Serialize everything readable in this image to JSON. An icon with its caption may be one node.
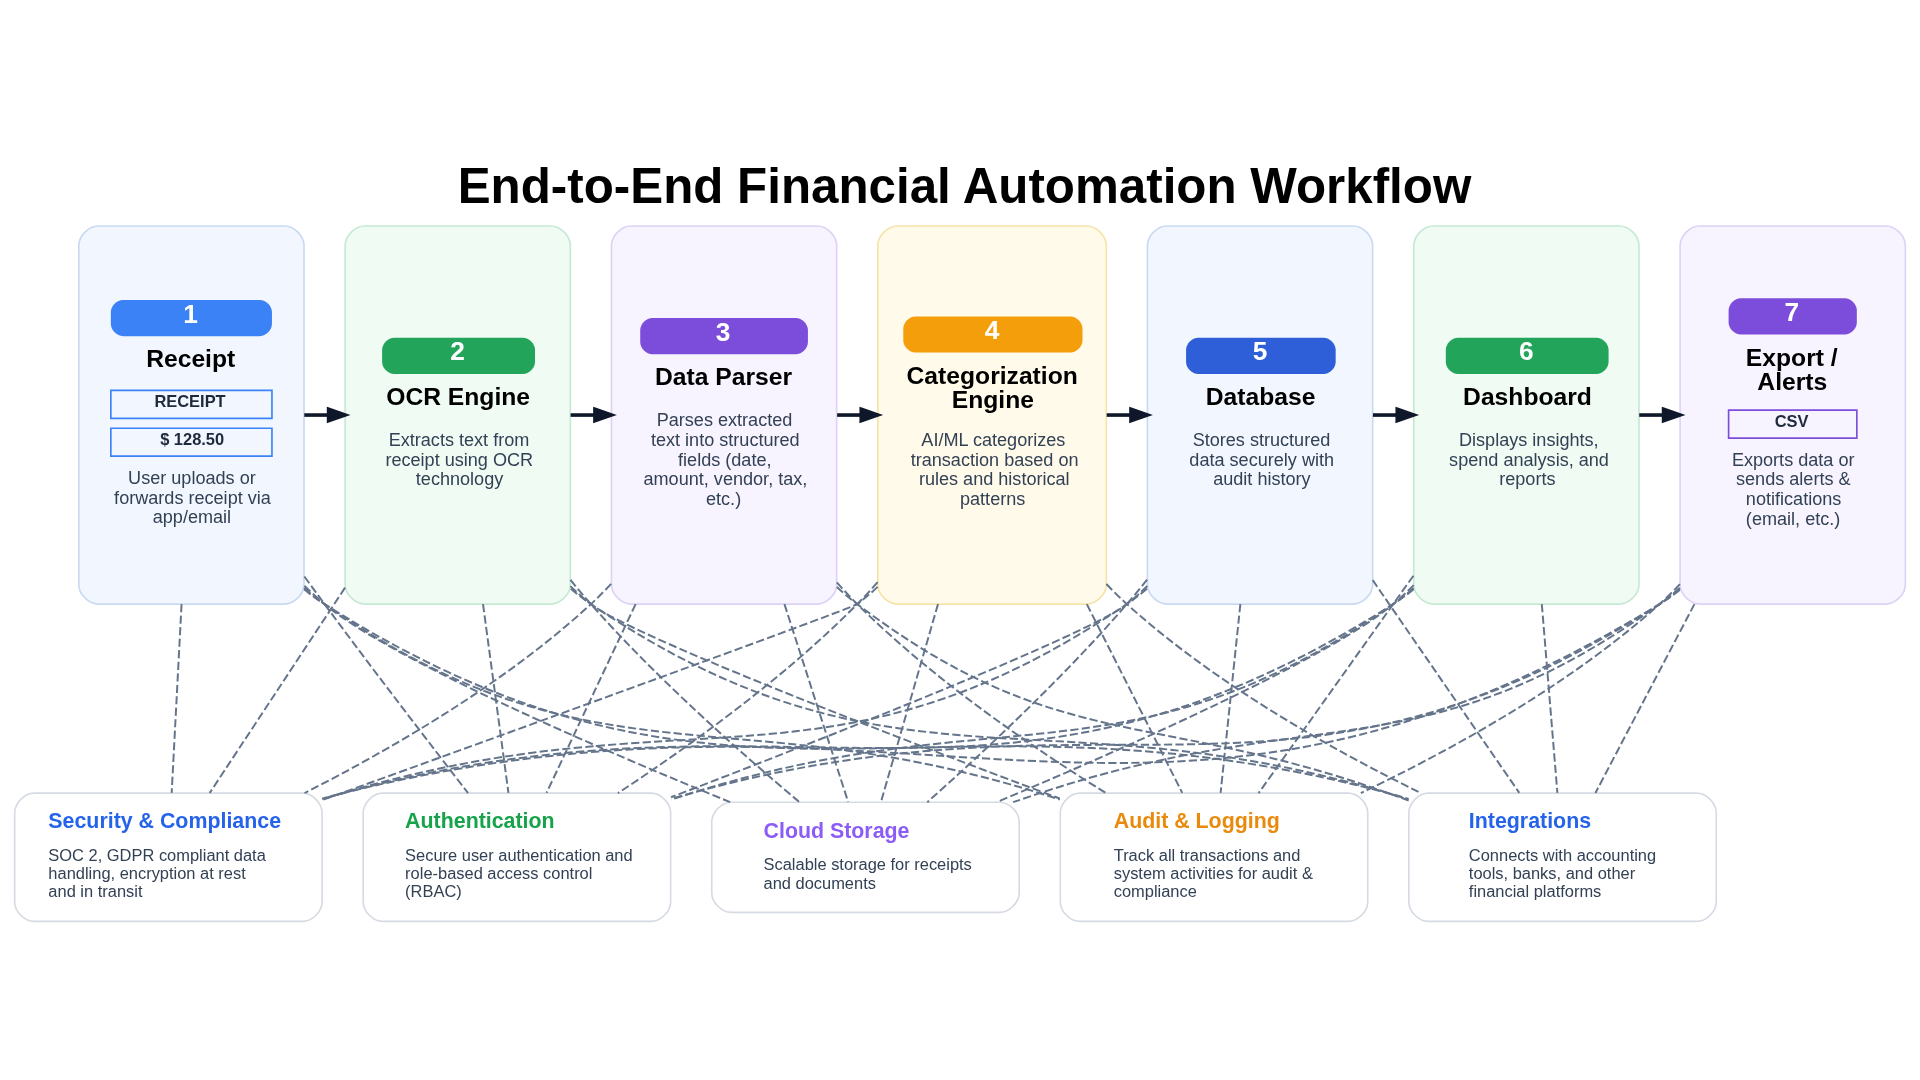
{
  "diagram": {
    "title": "End-to-End Financial Automation Workflow",
    "nodes": [
      {
        "text": [
          "1",
          "Receipt",
          "RECEIPT",
          "$ 128.50",
          "User uploads or forwards receipt via app/email"
        ]
      },
      {
        "text": [
          "2",
          "OCR Engine",
          "Extracts text from receipt using OCR technology"
        ]
      },
      {
        "text": [
          "3",
          "Data Parser",
          "Parses extracted text into structured fields (date, amount, vendor, tax, etc.)"
        ]
      },
      {
        "text": [
          "4",
          "Categorization Engine",
          "AI/ML categorizes transaction based on rules and historical patterns"
        ]
      },
      {
        "text": [
          "5",
          "Database",
          "Stores structured data securely with audit history"
        ]
      },
      {
        "text": [
          "6",
          "Dashboard",
          "Displays insights, spend analysis, and reports"
        ]
      },
      {
        "text": [
          "7",
          "Export / Alerts",
          "CSV",
          "Exports data or sends alerts & notifications (email, etc.)"
        ]
      },
      {
        "text": [
          "Security & Compliance",
          "SOC 2, GDPR compliant data handling, encryption at rest and in transit"
        ]
      },
      {
        "text": [
          "Authentication",
          "Secure user authentication and role-based access control (RBAC)"
        ]
      },
      {
        "text": [
          "Cloud Storage",
          "Scalable storage for receipts and documents"
        ]
      },
      {
        "text": [
          "Audit & Logging",
          "Track all transactions and system activities for audit & compliance"
        ]
      },
      {
        "text": [
          "Integrations",
          "Connects with accounting tools, banks, and other financial platforms"
        ]
      }
    ],
    "edges": [
      {
        "from": 0,
        "to": 1,
        "arrow": "to",
        "color": "#0f172a"
      },
      {
        "from": 1,
        "to": 2,
        "arrow": "to",
        "color": "#0f172a"
      },
      {
        "from": 2,
        "to": 3,
        "arrow": "to",
        "color": "#0f172a"
      },
      {
        "from": 3,
        "to": 4,
        "arrow": "to",
        "color": "#0f172a"
      },
      {
        "from": 4,
        "to": 5,
        "arrow": "to",
        "color": "#0f172a"
      },
      {
        "from": 5,
        "to": 6,
        "arrow": "to",
        "color": "#0f172a"
      },
      {
        "from": 0,
        "to": 7,
        "arrow": "none",
        "style": "dashed"
      },
      {
        "from": 0,
        "to": 8,
        "arrow": "none",
        "style": "dashed"
      },
      {
        "from": 0,
        "to": 9,
        "arrow": "none",
        "style": "dashed"
      },
      {
        "from": 0,
        "to": 10,
        "arrow": "none",
        "style": "dashed"
      },
      {
        "from": 0,
        "to": 11,
        "arrow": "none",
        "style": "dashed"
      },
      {
        "from": 1,
        "to": 7,
        "arrow": "none",
        "style": "dashed"
      },
      {
        "from": 1,
        "to": 8,
        "arrow": "none",
        "style": "dashed"
      },
      {
        "from": 1,
        "to": 9,
        "arrow": "none",
        "style": "dashed"
      },
      {
        "from": 1,
        "to": 10,
        "arrow": "none",
        "style": "dashed"
      },
      {
        "from": 1,
        "to": 11,
        "arrow": "none",
        "style": "dashed"
      },
      {
        "from": 2,
        "to": 7,
        "arrow": "none",
        "style": "dashed"
      },
      {
        "from": 2,
        "to": 8,
        "arrow": "none",
        "style": "dashed"
      },
      {
        "from": 2,
        "to": 9,
        "arrow": "none",
        "style": "dashed"
      },
      {
        "from": 2,
        "to": 10,
        "arrow": "none",
        "style": "dashed"
      },
      {
        "from": 2,
        "to": 11,
        "arrow": "none",
        "style": "dashed"
      },
      {
        "from": 3,
        "to": 7,
        "arrow": "none",
        "style": "dashed"
      },
      {
        "from": 3,
        "to": 8,
        "arrow": "none",
        "style": "dashed"
      },
      {
        "from": 3,
        "to": 9,
        "arrow": "none",
        "style": "dashed"
      },
      {
        "from": 3,
        "to": 10,
        "arrow": "none",
        "style": "dashed"
      },
      {
        "from": 3,
        "to": 11,
        "arrow": "none",
        "style": "dashed"
      },
      {
        "from": 4,
        "to": 7,
        "arrow": "none",
        "style": "dashed"
      },
      {
        "from": 4,
        "to": 8,
        "arrow": "none",
        "style": "dashed"
      },
      {
        "from": 4,
        "to": 9,
        "arrow": "none",
        "style": "dashed"
      },
      {
        "from": 4,
        "to": 10,
        "arrow": "none",
        "style": "dashed"
      },
      {
        "from": 4,
        "to": 11,
        "arrow": "none",
        "style": "dashed"
      },
      {
        "from": 5,
        "to": 7,
        "arrow": "none",
        "style": "dashed"
      },
      {
        "from": 5,
        "to": 8,
        "arrow": "none",
        "style": "dashed"
      },
      {
        "from": 5,
        "to": 9,
        "arrow": "none",
        "style": "dashed"
      },
      {
        "from": 5,
        "to": 10,
        "arrow": "none",
        "style": "dashed"
      },
      {
        "from": 5,
        "to": 11,
        "arrow": "none",
        "style": "dashed"
      },
      {
        "from": 6,
        "to": 7,
        "arrow": "none",
        "style": "dashed"
      },
      {
        "from": 6,
        "to": 8,
        "arrow": "none",
        "style": "dashed"
      },
      {
        "from": 6,
        "to": 9,
        "arrow": "none",
        "style": "dashed"
      },
      {
        "from": 6,
        "to": 10,
        "arrow": "none",
        "style": "dashed"
      },
      {
        "from": 6,
        "to": 11,
        "arrow": "none",
        "style": "dashed"
      }
    ]
  }
}
